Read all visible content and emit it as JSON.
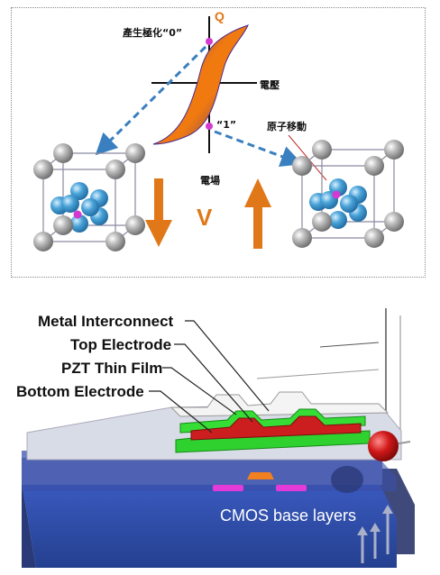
{
  "top": {
    "q_axis_label": "Q",
    "e_axis_label": "電壓",
    "state_zero_label": "產生極化“0”",
    "state_one_label": "“1”",
    "atom_move_label": "原子移動",
    "field_label": "電場",
    "v_label": "V"
  },
  "bottom": {
    "labels": {
      "metal_interconnect": "Metal Interconnect",
      "top_electrode": "Top Electrode",
      "pzt_film": "PZT Thin Film",
      "bottom_electrode": "Bottom Electrode",
      "cmos": "CMOS base layers"
    },
    "colors": {
      "metal": "#f2f2f2",
      "top_electrode": "#cc1e1e",
      "pzt": "#2fd12f",
      "dielectric": "#2f3f8e",
      "cmos": "#2d4fb5",
      "orange_pad": "#f08020",
      "magenta_pad": "#e43ad8"
    }
  },
  "colors": {
    "hysteresis_orange": "#f07a10",
    "hysteresis_purple": "#5a2a9a",
    "arrow_orange": "#e07718",
    "dashed_arrow": "#3a7fbf",
    "atom_grey": "#9a9a9a",
    "atom_blue": "#4aa3d8",
    "atom_magenta": "#d43ad0"
  }
}
